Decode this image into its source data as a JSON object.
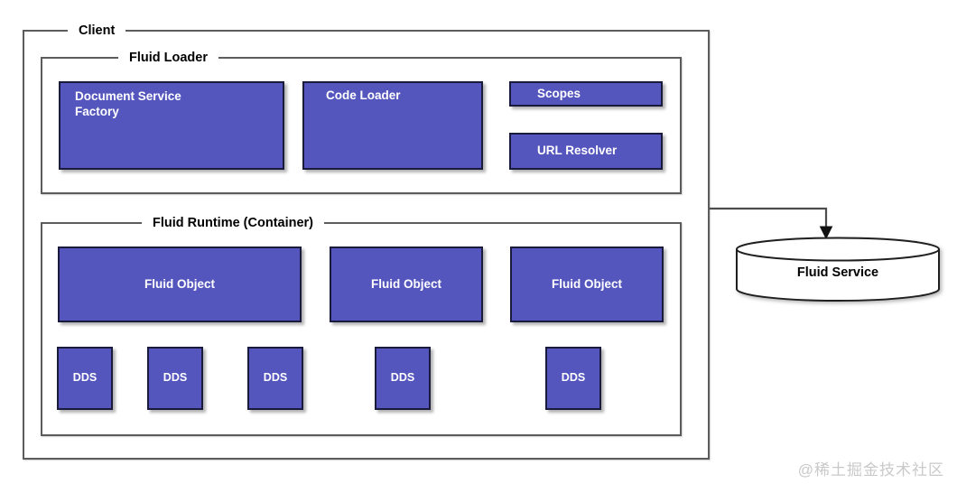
{
  "client": {
    "label": "Client"
  },
  "fluid_loader": {
    "label": "Fluid Loader",
    "components": [
      "Document Service Factory",
      "Code Loader",
      "Scopes",
      "URL Resolver"
    ]
  },
  "fluid_runtime": {
    "label": "Fluid Runtime (Container)",
    "fluid_objects": [
      "Fluid Object",
      "Fluid Object",
      "Fluid Object"
    ],
    "dds_instances": [
      "DDS",
      "DDS",
      "DDS",
      "DDS",
      "DDS"
    ]
  },
  "fluid_service": {
    "label": "Fluid Service"
  },
  "arrow": {
    "from": "Client",
    "to": "Fluid Service"
  },
  "watermark": "@稀土掘金技术社区",
  "colors": {
    "component_fill": "#5456bd",
    "component_border": "#1a1a3d",
    "component_text": "#ffffff",
    "group_border": "#5c5c5c",
    "label_text": "#000000",
    "watermark_text": "#c9c9c9"
  }
}
